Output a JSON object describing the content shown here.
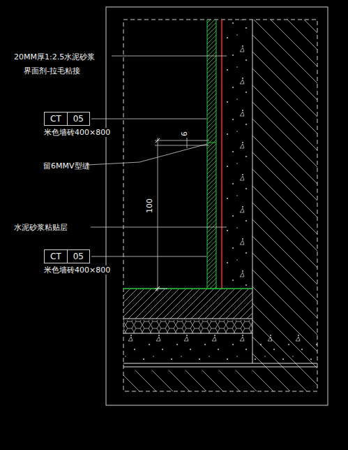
{
  "diagram": {
    "nodes": [
      {
        "text": [
          "CT",
          "05",
          "米色墙砖400×800"
        ]
      },
      {
        "text": [
          "CT",
          "05",
          "米色墙砖400×800"
        ]
      }
    ],
    "labels": [
      "20MM厚1:2.5水泥砂浆",
      "界面剂-拉毛粘接",
      "6",
      "留6MMV型缝",
      "100",
      "水泥砂浆粘贴层"
    ]
  }
}
